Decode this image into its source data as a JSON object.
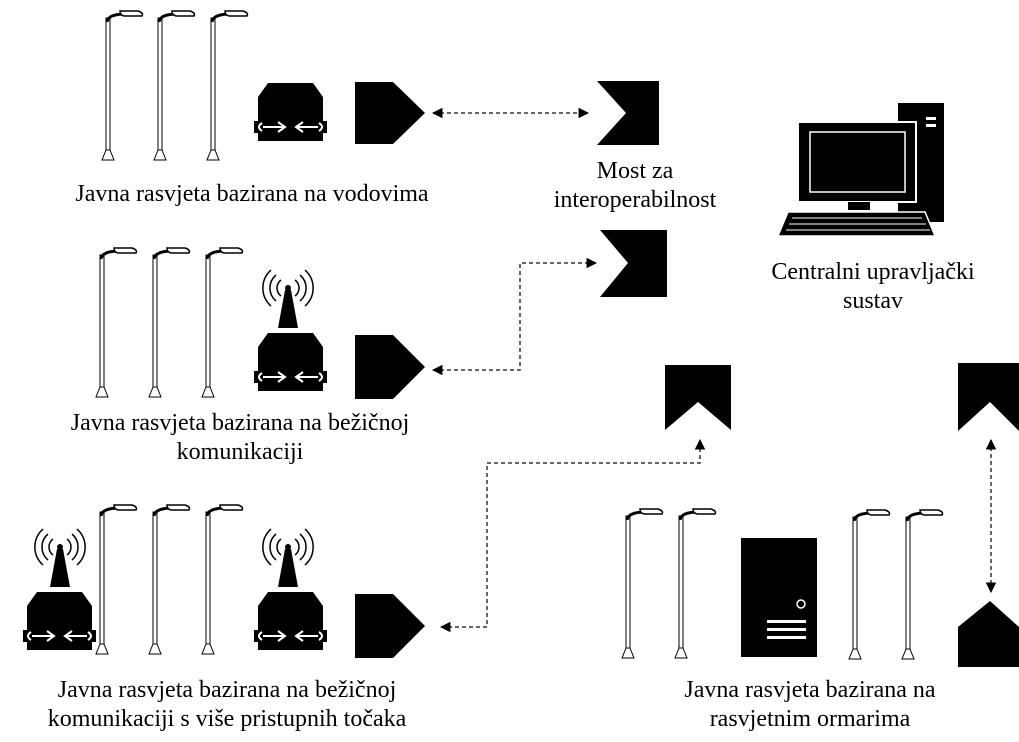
{
  "labels": {
    "power_line": "Javna rasvjeta bazirana na vodovima",
    "bridge": [
      "Most za",
      "interoperabilnost"
    ],
    "central": [
      "Centralni upravljački",
      "sustav"
    ],
    "wireless": [
      "Javna rasvjeta bazirana na bežičnoj",
      "komunikaciji"
    ],
    "multi_ap": [
      "Javna rasvjeta bazirana na bežičnoj",
      "komunikaciji s više pristupnih točaka"
    ],
    "cabinet": [
      "Javna rasvjeta bazirana na",
      "rasvjetnim ormarima"
    ]
  },
  "colors": {
    "ink": "#000000",
    "background": "#ffffff",
    "connector": "#333333"
  },
  "icons": {
    "lamp": "street-lamp-icon",
    "concentrator": "concentrator-box-icon",
    "antenna": "wireless-antenna-icon",
    "adapter": "protocol-adapter-icon",
    "computer": "computer-icon",
    "cabinet": "lighting-cabinet-icon"
  }
}
